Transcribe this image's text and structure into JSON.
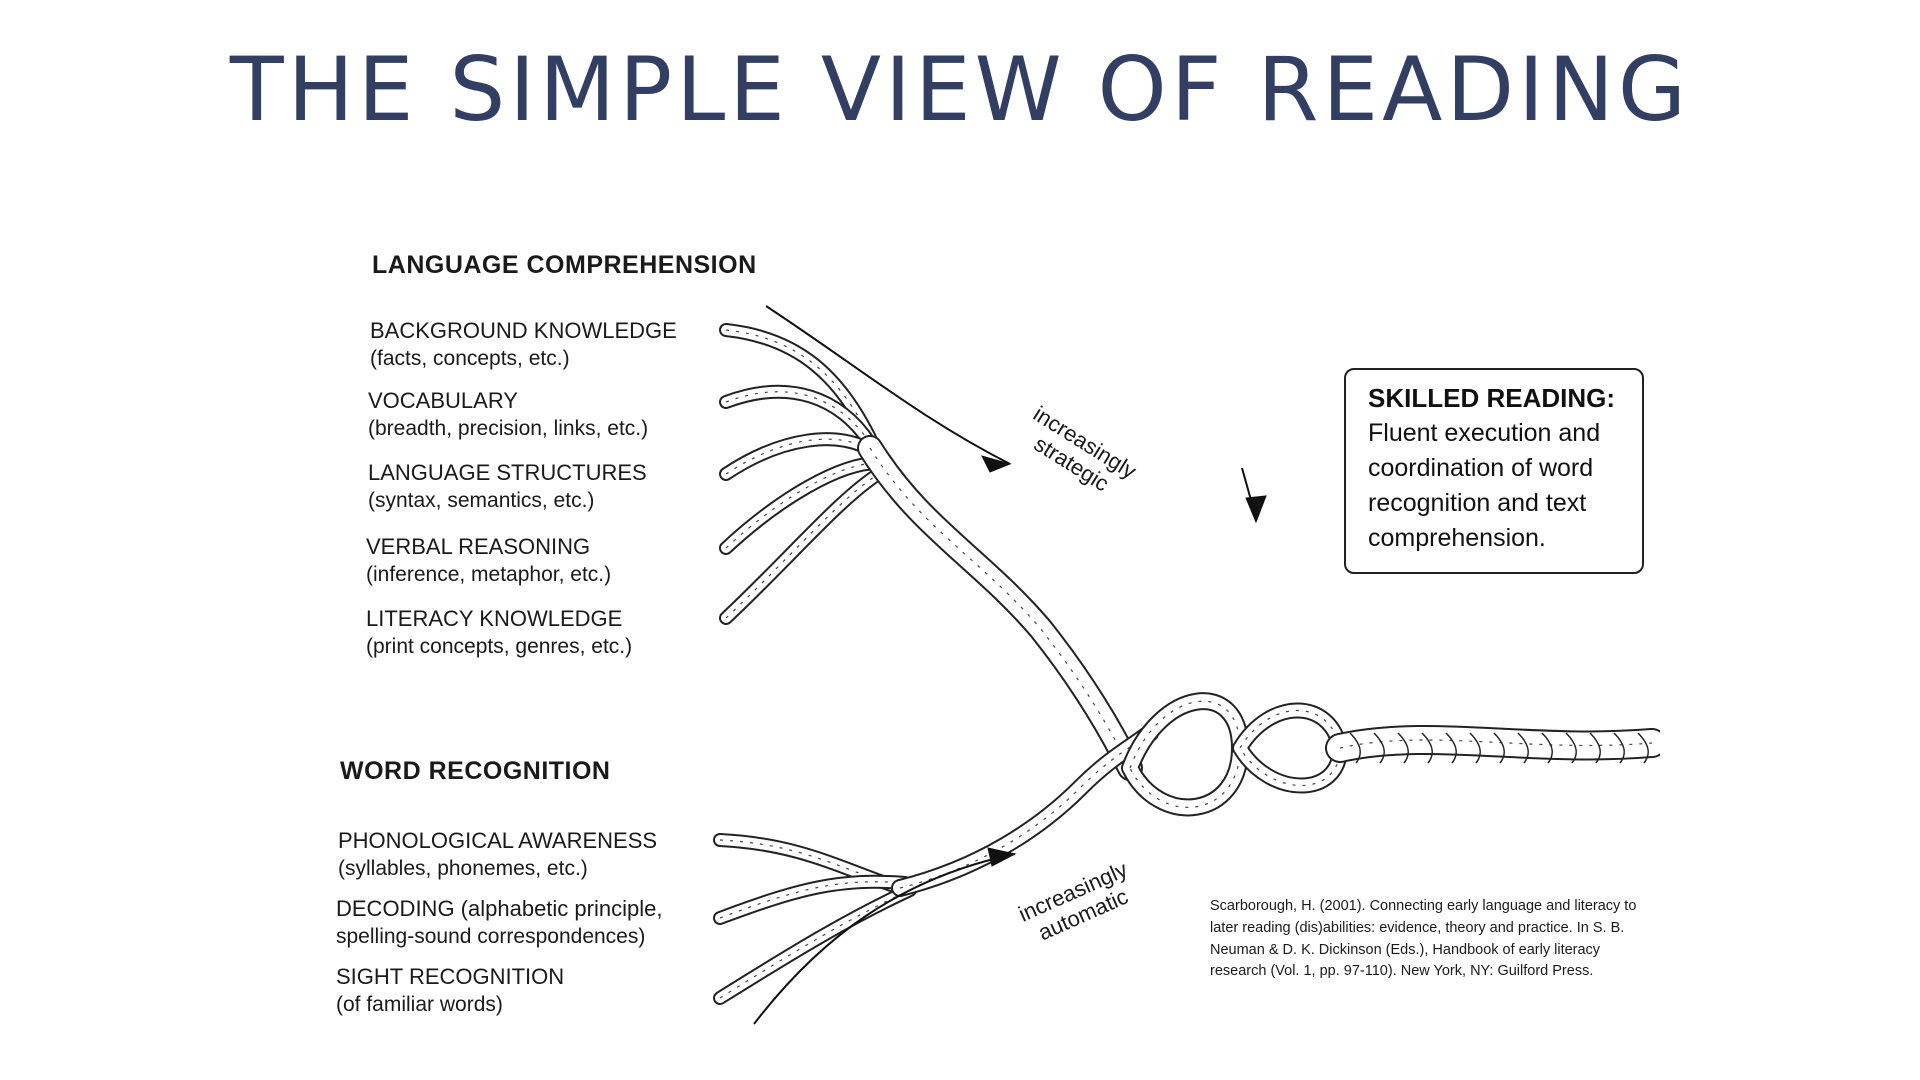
{
  "title": "THE SIMPLE VIEW OF READING",
  "language_comprehension": {
    "heading": "LANGUAGE COMPREHENSION",
    "strands": [
      {
        "title": "BACKGROUND KNOWLEDGE",
        "subtitle": "(facts, concepts, etc.)"
      },
      {
        "title": "VOCABULARY",
        "subtitle": "(breadth, precision, links, etc.)"
      },
      {
        "title": "LANGUAGE STRUCTURES",
        "subtitle": "(syntax, semantics, etc.)"
      },
      {
        "title": "VERBAL REASONING",
        "subtitle": "(inference, metaphor, etc.)"
      },
      {
        "title": "LITERACY KNOWLEDGE",
        "subtitle": "(print concepts, genres, etc.)"
      }
    ]
  },
  "word_recognition": {
    "heading": "WORD RECOGNITION",
    "strands": [
      {
        "title": "PHONOLOGICAL AWARENESS",
        "subtitle": "(syllables, phonemes, etc.)"
      },
      {
        "title": "DECODING (alphabetic principle,",
        "subtitle": "spelling-sound correspondences)"
      },
      {
        "title": "SIGHT RECOGNITION",
        "subtitle": "(of familiar words)"
      }
    ]
  },
  "arrows": {
    "strategic_line1": "increasingly",
    "strategic_line2": "strategic",
    "automatic_line1": "increasingly",
    "automatic_line2": "automatic"
  },
  "skilled_reading": {
    "title": "SKILLED READING:",
    "line1": "Fluent execution and",
    "line2": "coordination of word",
    "line3": "recognition and text",
    "line4": "comprehension."
  },
  "citation": "Scarborough, H. (2001). Connecting early language and literacy to later reading (dis)abilities: evidence, theory and practice. In S. B. Neuman & D. K. Dickinson (Eds.), Handbook of early literacy research (Vol. 1, pp. 97-110). New York, NY: Guilford Press.",
  "colors": {
    "title": "#323f62",
    "ink": "#1a1a1a",
    "background": "#ffffff"
  }
}
